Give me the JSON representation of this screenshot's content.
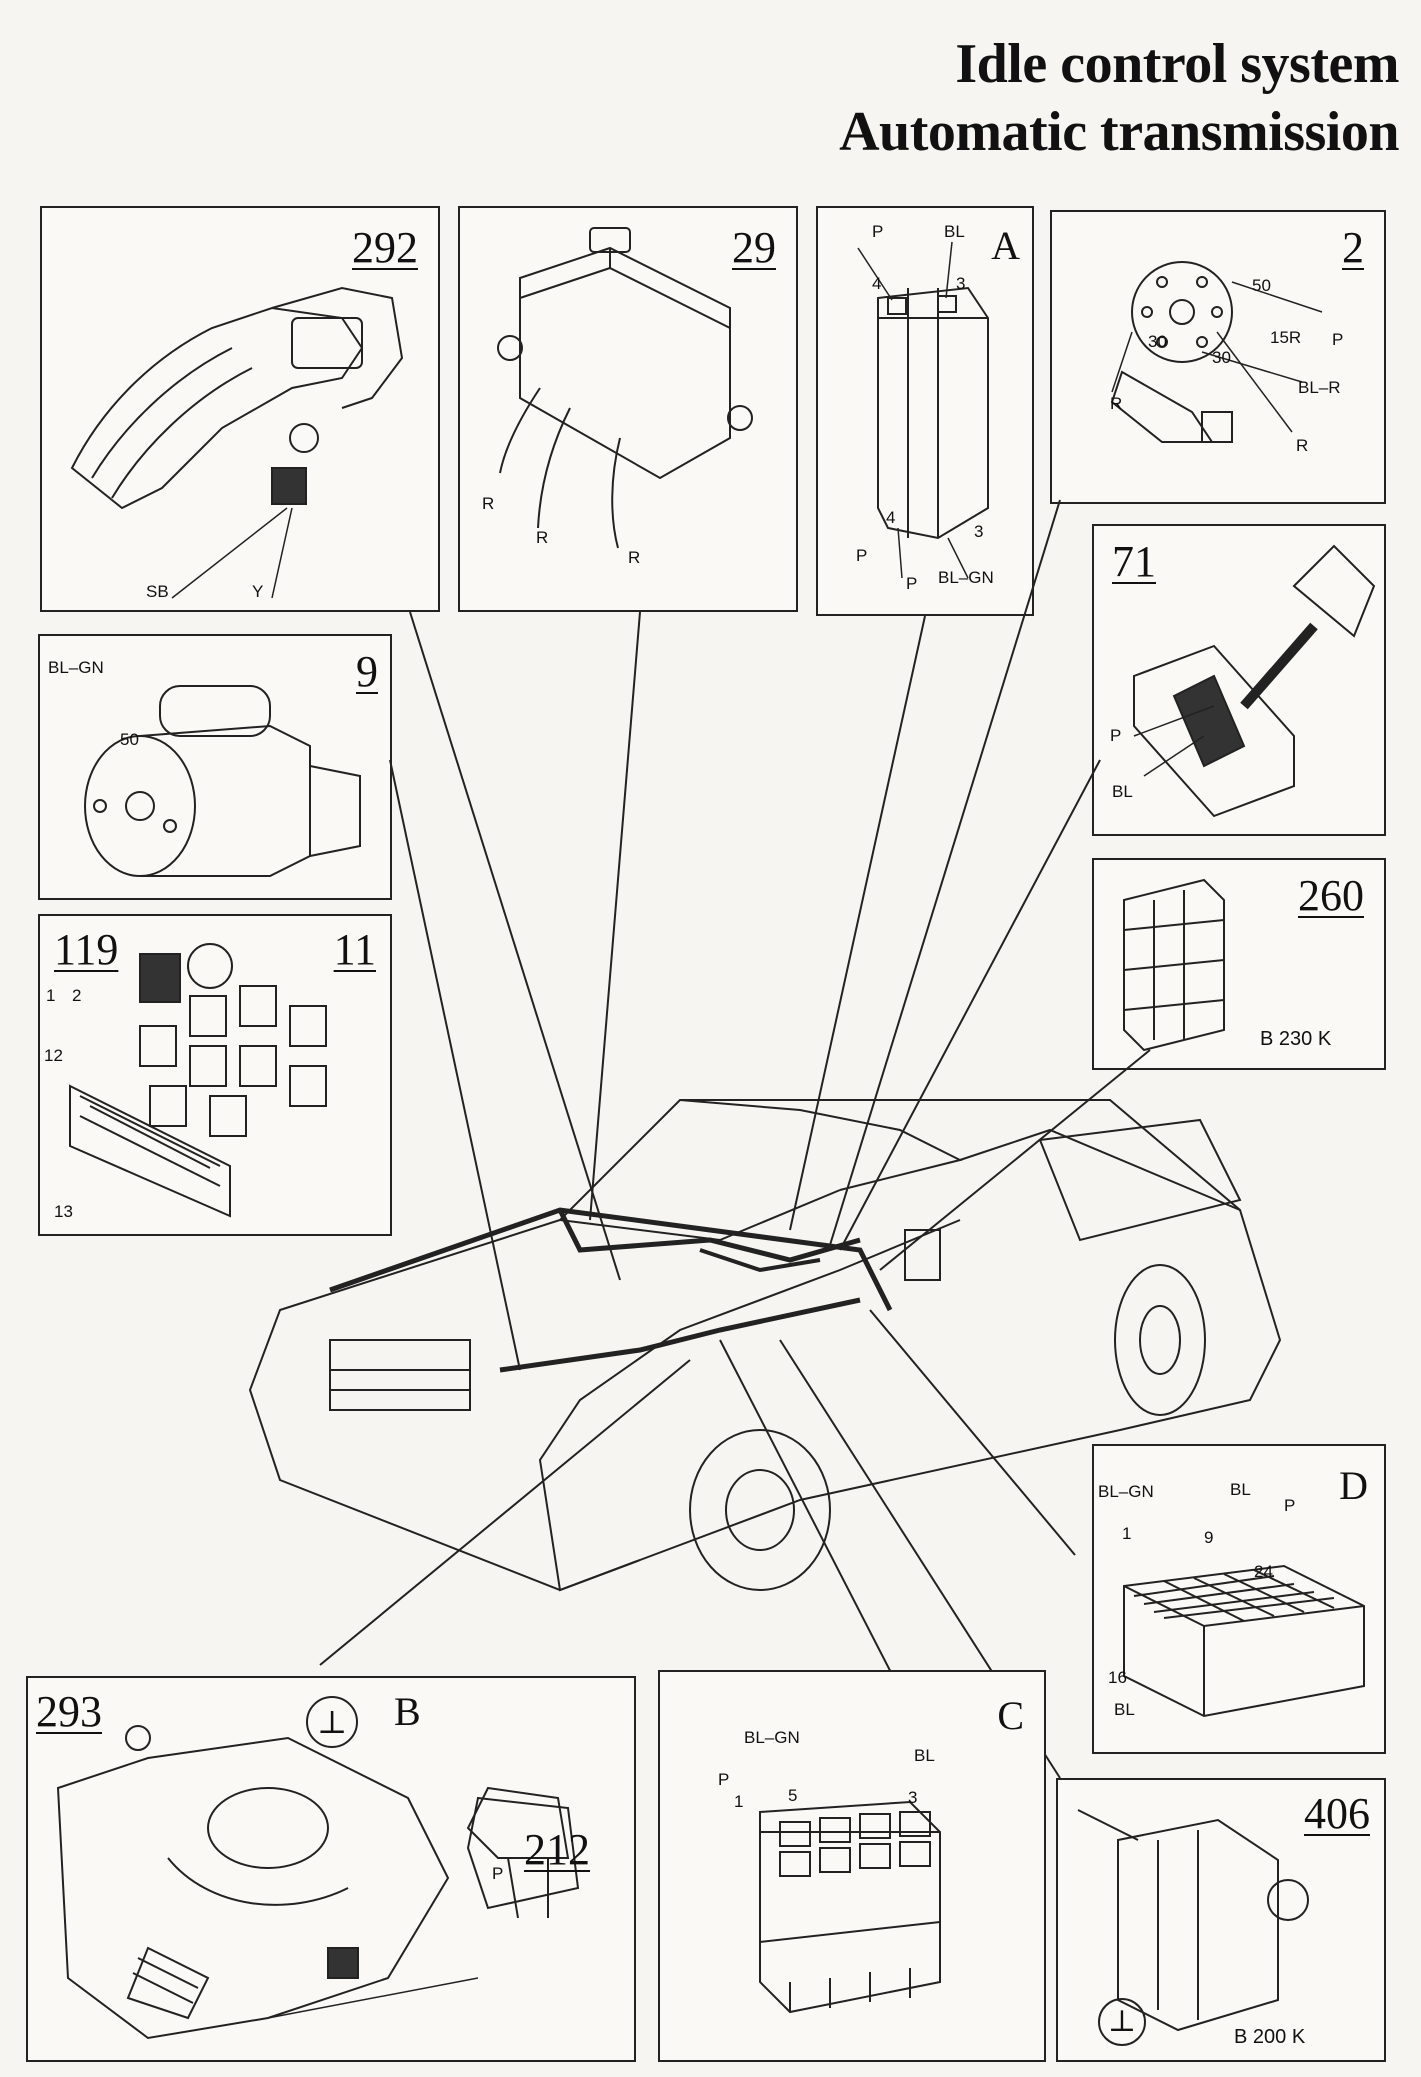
{
  "title": {
    "line1": "Idle control system",
    "line2": "Automatic transmission"
  },
  "panels": {
    "p292": {
      "number": "292",
      "labels": [
        "SB",
        "Y"
      ]
    },
    "p29": {
      "number": "29",
      "labels": [
        "R",
        "R",
        "R"
      ]
    },
    "pA": {
      "letter": "A",
      "labels": [
        "P",
        "BL",
        "4",
        "3",
        "4",
        "P",
        "P",
        "3",
        "BL–GN"
      ]
    },
    "p2": {
      "number": "2",
      "labels": [
        "50",
        "P",
        "15R",
        "30",
        "30",
        "BL–R",
        "R",
        "R"
      ]
    },
    "p71": {
      "number": "71",
      "labels": [
        "P",
        "BL"
      ]
    },
    "p9": {
      "number": "9",
      "labels": [
        "BL–GN",
        "50"
      ]
    },
    "p260": {
      "number": "260",
      "caption": "B 230 K"
    },
    "p119": {
      "numbers": [
        "119",
        "11"
      ],
      "labels": [
        "1",
        "2",
        "12",
        "13"
      ]
    },
    "pD": {
      "letter": "D",
      "labels": [
        "BL–GN",
        "BL",
        "P",
        "1",
        "9",
        "24",
        "16",
        "BL"
      ]
    },
    "pB": {
      "letter": "B",
      "numbers": [
        "293",
        "212"
      ],
      "labels": [
        "P"
      ],
      "symbol": "⊥"
    },
    "pC": {
      "letter": "C",
      "labels": [
        "BL–GN",
        "BL",
        "P",
        "1",
        "5",
        "3"
      ]
    },
    "p406": {
      "number": "406",
      "caption": "B 200 K",
      "symbol": "⊥"
    }
  },
  "icons": [
    "ground-symbol-icon",
    "car-icon"
  ]
}
